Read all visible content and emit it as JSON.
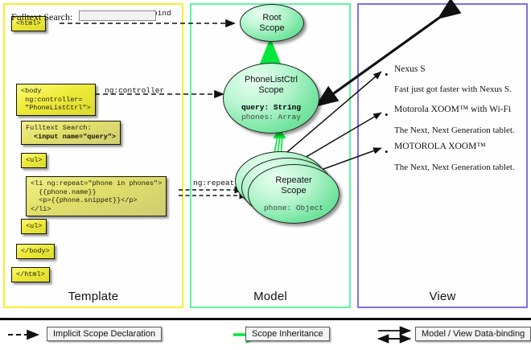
{
  "panels": {
    "template": {
      "label": "Template",
      "border_color": "#f5f028"
    },
    "model": {
      "label": "Model",
      "border_color": "#5df7a4"
    },
    "view": {
      "label": "View",
      "border_color": "#7d6fe8"
    }
  },
  "template_nodes": [
    {
      "id": "html-open",
      "text": "<html>"
    },
    {
      "id": "body-open",
      "text": "<body\n ng:controller=\n \"PhoneListCtrl\">"
    },
    {
      "id": "search",
      "line1": "Fulltext Search:",
      "line2": "<input name=\"query\">"
    },
    {
      "id": "ul-open",
      "text": "<ul>"
    },
    {
      "id": "li-repeat",
      "text": "<li ng:repeat=\"phone in phones\">\n  {{phone.name}}\n  <p>{{phone.snippet}}</p>\n</li>"
    },
    {
      "id": "ul-close",
      "text": "<ul>"
    },
    {
      "id": "body-close",
      "text": "</body>"
    },
    {
      "id": "html-close",
      "text": "</html>"
    }
  ],
  "model_nodes": [
    {
      "id": "root-scope",
      "title_line1": "Root",
      "title_line2": "Scope"
    },
    {
      "id": "phonelist-scope",
      "title_line1": "PhoneListCtrl",
      "title_line2": "Scope",
      "props": [
        {
          "text": "query: String",
          "strong": true
        },
        {
          "text": "phones: Array",
          "strong": false
        }
      ]
    },
    {
      "id": "repeater-scope",
      "title_line1": "Repeater",
      "title_line2": "Scope",
      "props": [
        {
          "text": "phone: Object",
          "strong": false
        }
      ]
    }
  ],
  "edge_labels": [
    {
      "id": "ng-autobind",
      "text": "ng:autobind"
    },
    {
      "id": "ng-controller",
      "text": "ng:controller"
    },
    {
      "id": "ng-repeat",
      "text": "ng:repeat"
    }
  ],
  "view": {
    "search_label": "Fulltext Search:",
    "search_value": "",
    "search_placeholder": "",
    "phones": [
      {
        "name": "Nexus S",
        "snippet": "Fast just got faster with Nexus S."
      },
      {
        "name": "Motorola XOOM™  with Wi-Fi",
        "snippet": "The Next, Next Generation tablet."
      },
      {
        "name": "MOTOROLA XOOM™",
        "snippet": "The Next, Next Generation tablet."
      }
    ]
  },
  "legend": [
    {
      "id": "implicit-scope-declaration",
      "label": "Implicit Scope Declaration",
      "style": "dashed-black-arrow"
    },
    {
      "id": "scope-inheritance",
      "label": "Scope Inheritance",
      "style": "solid-green-arrow"
    },
    {
      "id": "model-view-data-binding",
      "label": "Model / View Data-binding",
      "style": "double-black-arrow"
    }
  ],
  "colors": {
    "code_fill": "#eeea3a",
    "scope_fill": "#73e49f",
    "inheritance_green": "#00e83c",
    "template_border": "#f5f028",
    "model_border": "#5df7a4",
    "view_border": "#7d6fe8"
  }
}
